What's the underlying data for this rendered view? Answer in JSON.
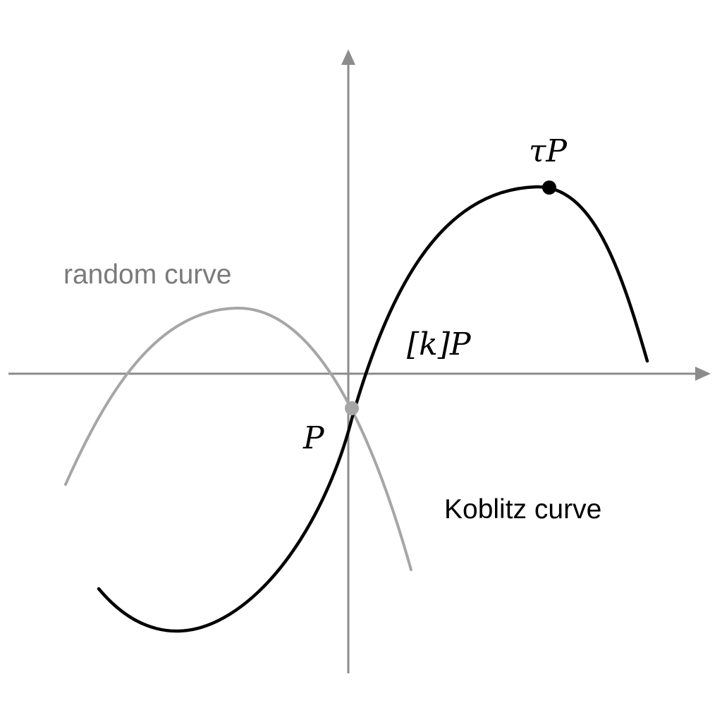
{
  "labels": {
    "random_curve": "random curve",
    "koblitz_curve": "Koblitz curve",
    "point_p": "P",
    "point_kp": "[k]P",
    "point_tau_p": "τP"
  },
  "colors": {
    "background": "#ffffff",
    "axes": "#8c8c8c",
    "random_curve": "#a6a6a6",
    "random_curve_label": "#7a7a7a",
    "koblitz_curve": "#000000",
    "point_p": "#a6a6a6",
    "point_tau_p": "#000000",
    "text": "#000000"
  }
}
